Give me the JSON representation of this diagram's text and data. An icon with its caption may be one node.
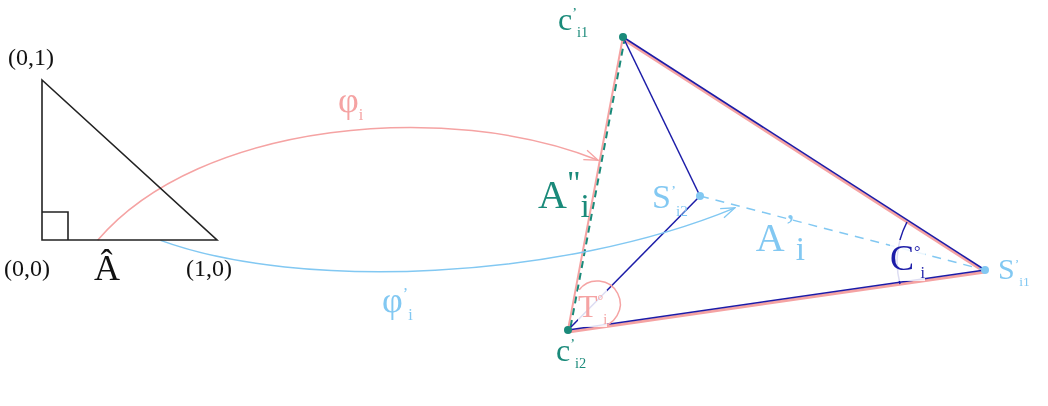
{
  "diagram": {
    "nodes": [
      {
        "text": [],
        "shape": "triangle"
      },
      {
        "text": [
          "A$^{\"}$$_{i}$"
        ]
      },
      {
        "text": [
          "A$^{’}$$_{i}$"
        ]
      }
    ],
    "edges": [
      {
        "from": 0,
        "to": 1,
        "arrow": "to",
        "label": "φ$_{i}$",
        "color": "#f5a3a3"
      },
      {
        "from": 0,
        "to": 2,
        "arrow": "to",
        "label": "φ$^{’}$$_{i}$",
        "color": "#82c8f2"
      }
    ],
    "labels": [
      "c$^{’}$$_{i1}$",
      "(0,1)",
      "S$^{’}$$_{i2}$",
      "(0,0)",
      "Â",
      "(1,0)",
      "C$^{°}$$_{i}$",
      "S$^{’}$$_{i1}$",
      "T$^{°}$$_{i}$",
      "c$^{’}$$_{i2}$"
    ]
  }
}
